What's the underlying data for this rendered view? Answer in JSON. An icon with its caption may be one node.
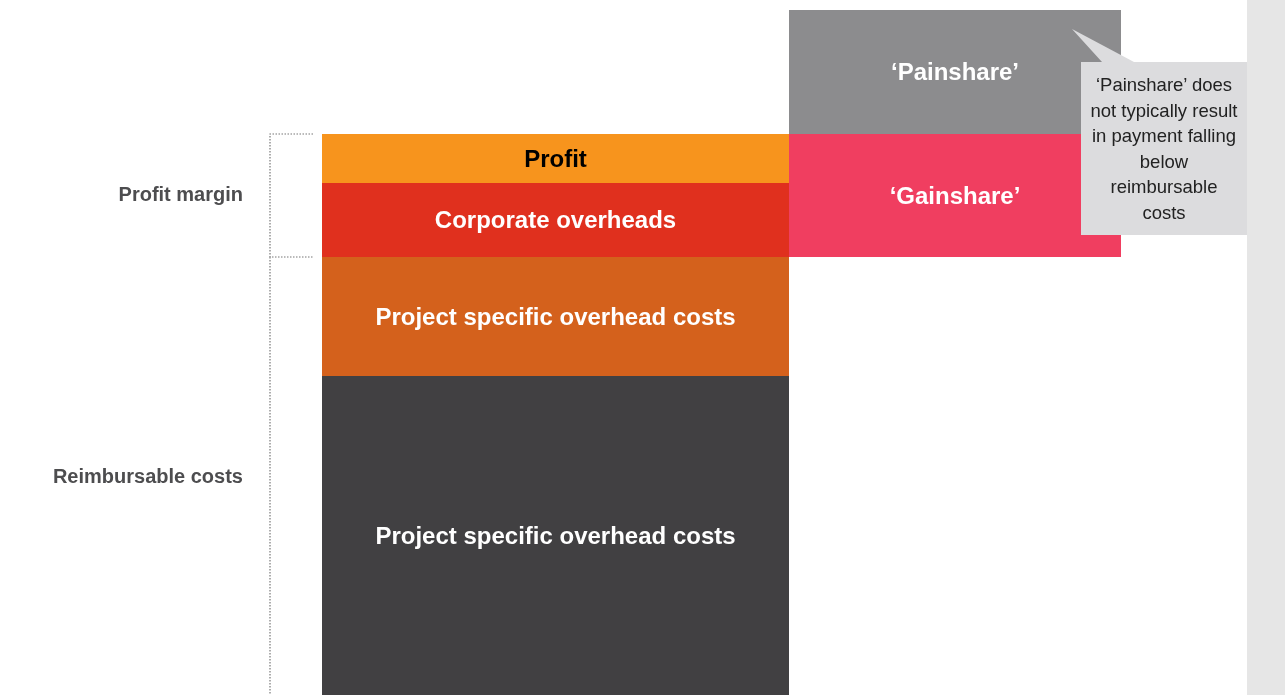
{
  "diagram": {
    "nodes": [
      {
        "text": [
          "‘Painshare’"
        ]
      },
      {
        "text": [
          "‘Painshare’ does not typically result in payment falling below reimbursable costs"
        ]
      },
      {
        "text": [
          "Profit"
        ]
      },
      {
        "text": [
          "‘Gainshare’"
        ]
      },
      {
        "text": [
          "Corporate overheads"
        ]
      },
      {
        "text": [
          "Project specific overhead costs"
        ]
      },
      {
        "text": [
          "Project specific overhead costs"
        ]
      }
    ],
    "labels": [
      "Profit margin",
      "Reimbursable costs"
    ]
  }
}
